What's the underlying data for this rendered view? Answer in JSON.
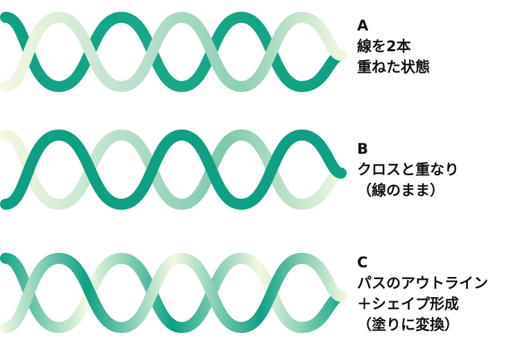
{
  "colors": {
    "dark_green": "#0fa083",
    "mid_green": "#6fc3a6",
    "light_green": "#bfe3cf",
    "cream": "#f5f9e2",
    "text": "#111111"
  },
  "panels": [
    {
      "letter": "A",
      "lines": [
        "線を2本",
        "重ねた状態"
      ]
    },
    {
      "letter": "B",
      "lines": [
        "クロスと重なり",
        "（線のまま）"
      ]
    },
    {
      "letter": "C",
      "lines": [
        "パスのアウトライン",
        "＋シェイプ形成",
        "（塗りに変換）"
      ]
    }
  ]
}
